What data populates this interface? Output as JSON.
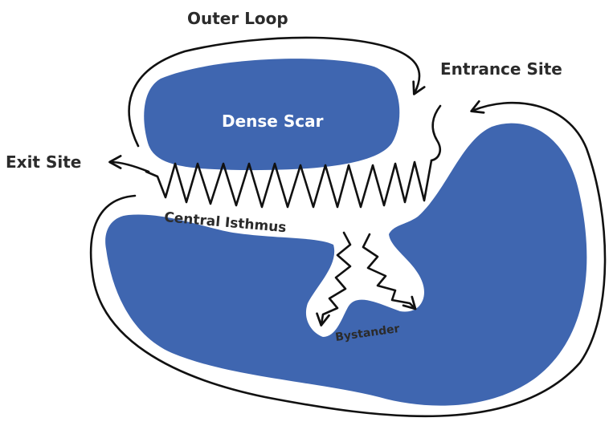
{
  "labels": {
    "outer_loop": "Outer Loop",
    "entrance_site": "Entrance Site",
    "exit_site": "Exit Site",
    "dense_scar": "Dense Scar",
    "central_isthmus": "Central Isthmus",
    "bystander": "Bystander"
  },
  "colors": {
    "scar": "#3f66b0",
    "line": "#111111",
    "label_text": "#2b2b2b",
    "scar_label_text": "#ffffff"
  }
}
